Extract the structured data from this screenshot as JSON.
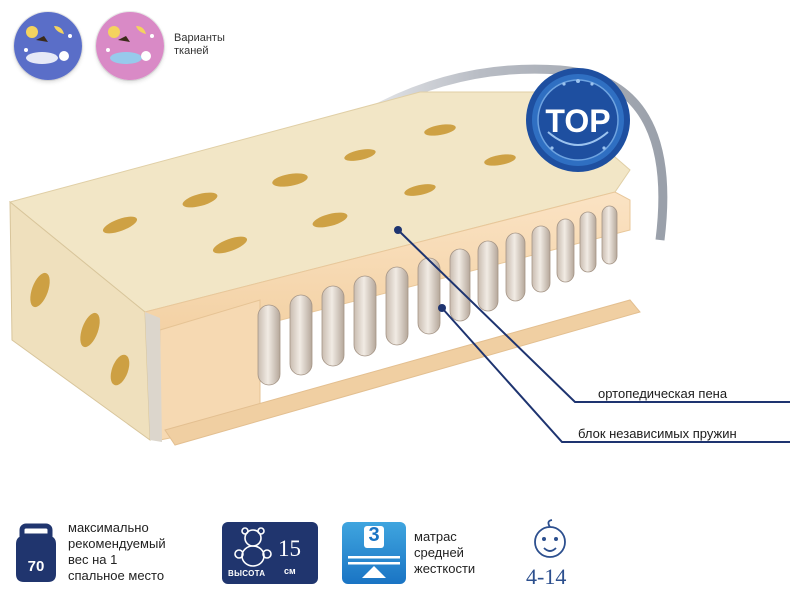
{
  "fabric": {
    "label": "Варианты\nтканей",
    "swatches": [
      {
        "name": "blue",
        "color": "#5a6ec8"
      },
      {
        "name": "pink",
        "color": "#d98ac6"
      }
    ]
  },
  "badge": {
    "text": "TOP",
    "color": "#1e4fa0"
  },
  "layers": [
    {
      "label": "ортопедическая пена"
    },
    {
      "label": "блок независимых пружин"
    }
  ],
  "features": {
    "max_weight": {
      "value": "70",
      "text_lines": [
        "максимально",
        "рекомендуемый",
        "вес на 1",
        "спальное место"
      ]
    },
    "height": {
      "value": "15",
      "unit": "см",
      "word": "ВЫСОТА"
    },
    "stiffness": {
      "value": "3",
      "text_lines": [
        "матрас",
        "средней",
        "жесткости"
      ]
    },
    "age": {
      "value": "4-14"
    }
  },
  "colors": {
    "navy": "#20356e",
    "accent_blue": "#2a8ad4",
    "fabric_beige": "#f2e6c6",
    "gold": "#c8962e"
  }
}
